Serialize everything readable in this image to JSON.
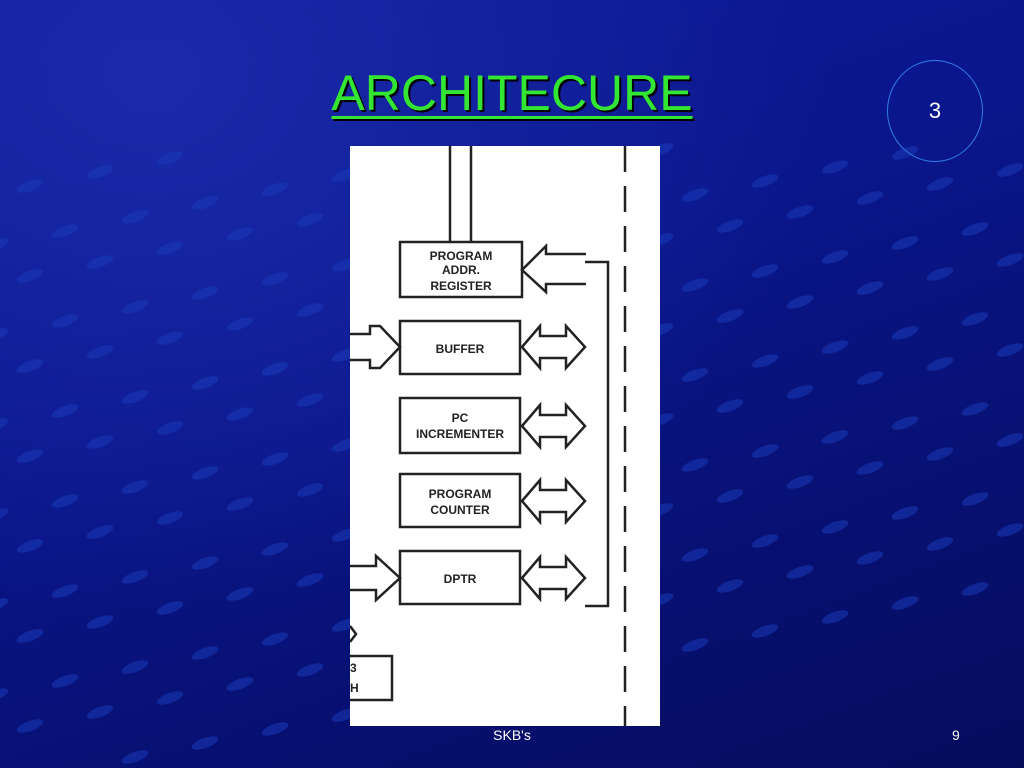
{
  "slide": {
    "title": "ARCHITECURE",
    "badge_number": "3",
    "footer_text": "SKB's",
    "page_number": "9"
  },
  "diagram": {
    "blocks": [
      {
        "id": "program-addr-register",
        "lines": [
          "PROGRAM",
          "ADDR.",
          "REGISTER"
        ]
      },
      {
        "id": "buffer",
        "lines": [
          "BUFFER"
        ]
      },
      {
        "id": "pc-incrementer",
        "lines": [
          "PC",
          "INCREMENTER"
        ]
      },
      {
        "id": "program-counter",
        "lines": [
          "PROGRAM",
          "COUNTER"
        ]
      },
      {
        "id": "dptr",
        "lines": [
          "DPTR"
        ]
      }
    ],
    "partial_block_fragment": [
      "3",
      "H"
    ]
  },
  "colors": {
    "title": "#33e633",
    "badge_border": "#2f7ee8",
    "background": "#0a168c"
  }
}
